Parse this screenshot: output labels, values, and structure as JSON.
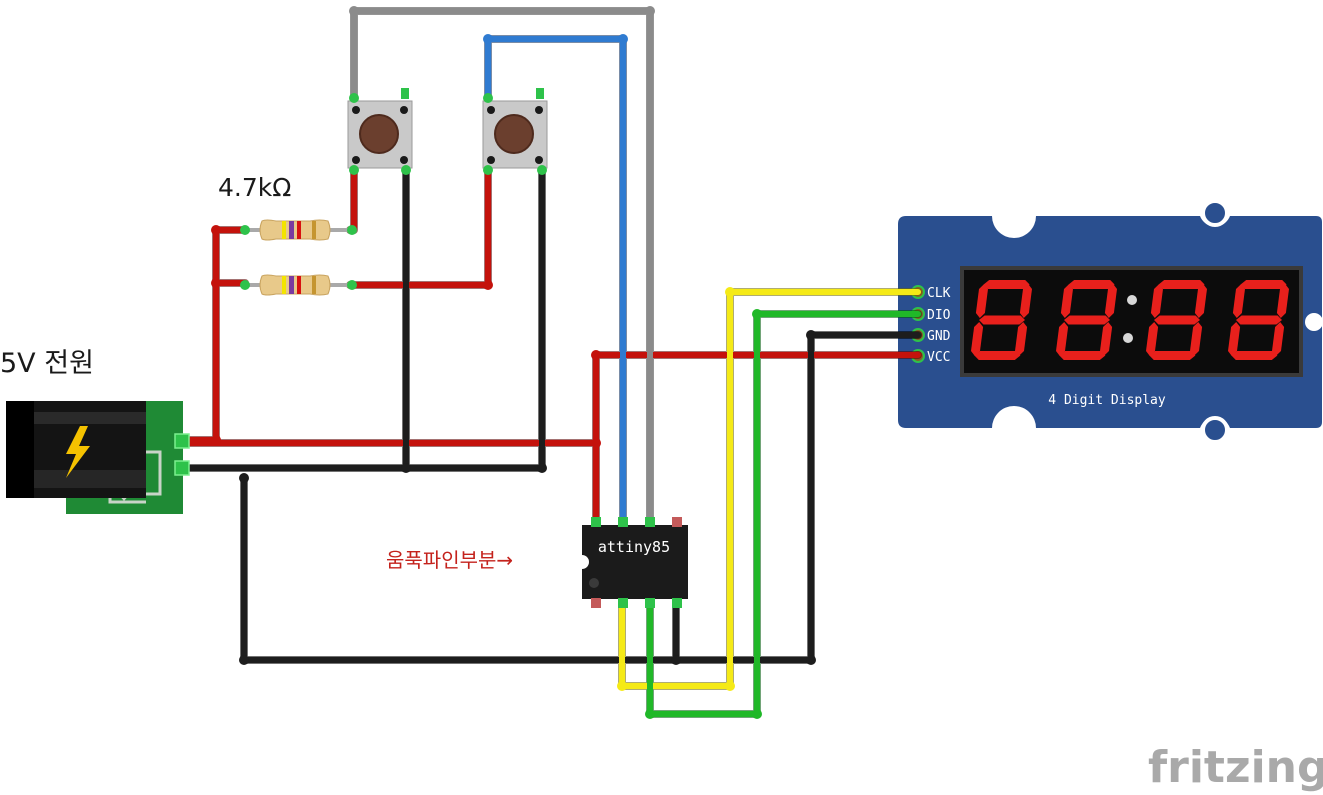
{
  "labels": {
    "resistor_value": "4.7kΩ",
    "power_label": "5V 전원",
    "pin_note": "움푹파인부분→",
    "chip_name": "attiny85",
    "display_caption": "4 Digit Display",
    "brand": "fritzing"
  },
  "display": {
    "pins": [
      "CLK",
      "DIO",
      "GND",
      "VCC"
    ],
    "digits": [
      "8",
      "8",
      "8",
      "8"
    ],
    "segment_color": "#e8201c",
    "board_color": "#2a4f8f"
  },
  "components": {
    "power_jack": "power-jack",
    "resistors": [
      "resistor-1",
      "resistor-2"
    ],
    "buttons": [
      "pushbutton-1",
      "pushbutton-2"
    ],
    "chip": "attiny85-chip",
    "display_module": "tm1637-display"
  },
  "wire_colors": {
    "red": "#c4120c",
    "black": "#1d1d1d",
    "gray": "#8b8b8b",
    "blue": "#2f7bd1",
    "yellow": "#f5ea16",
    "green": "#20b828"
  }
}
